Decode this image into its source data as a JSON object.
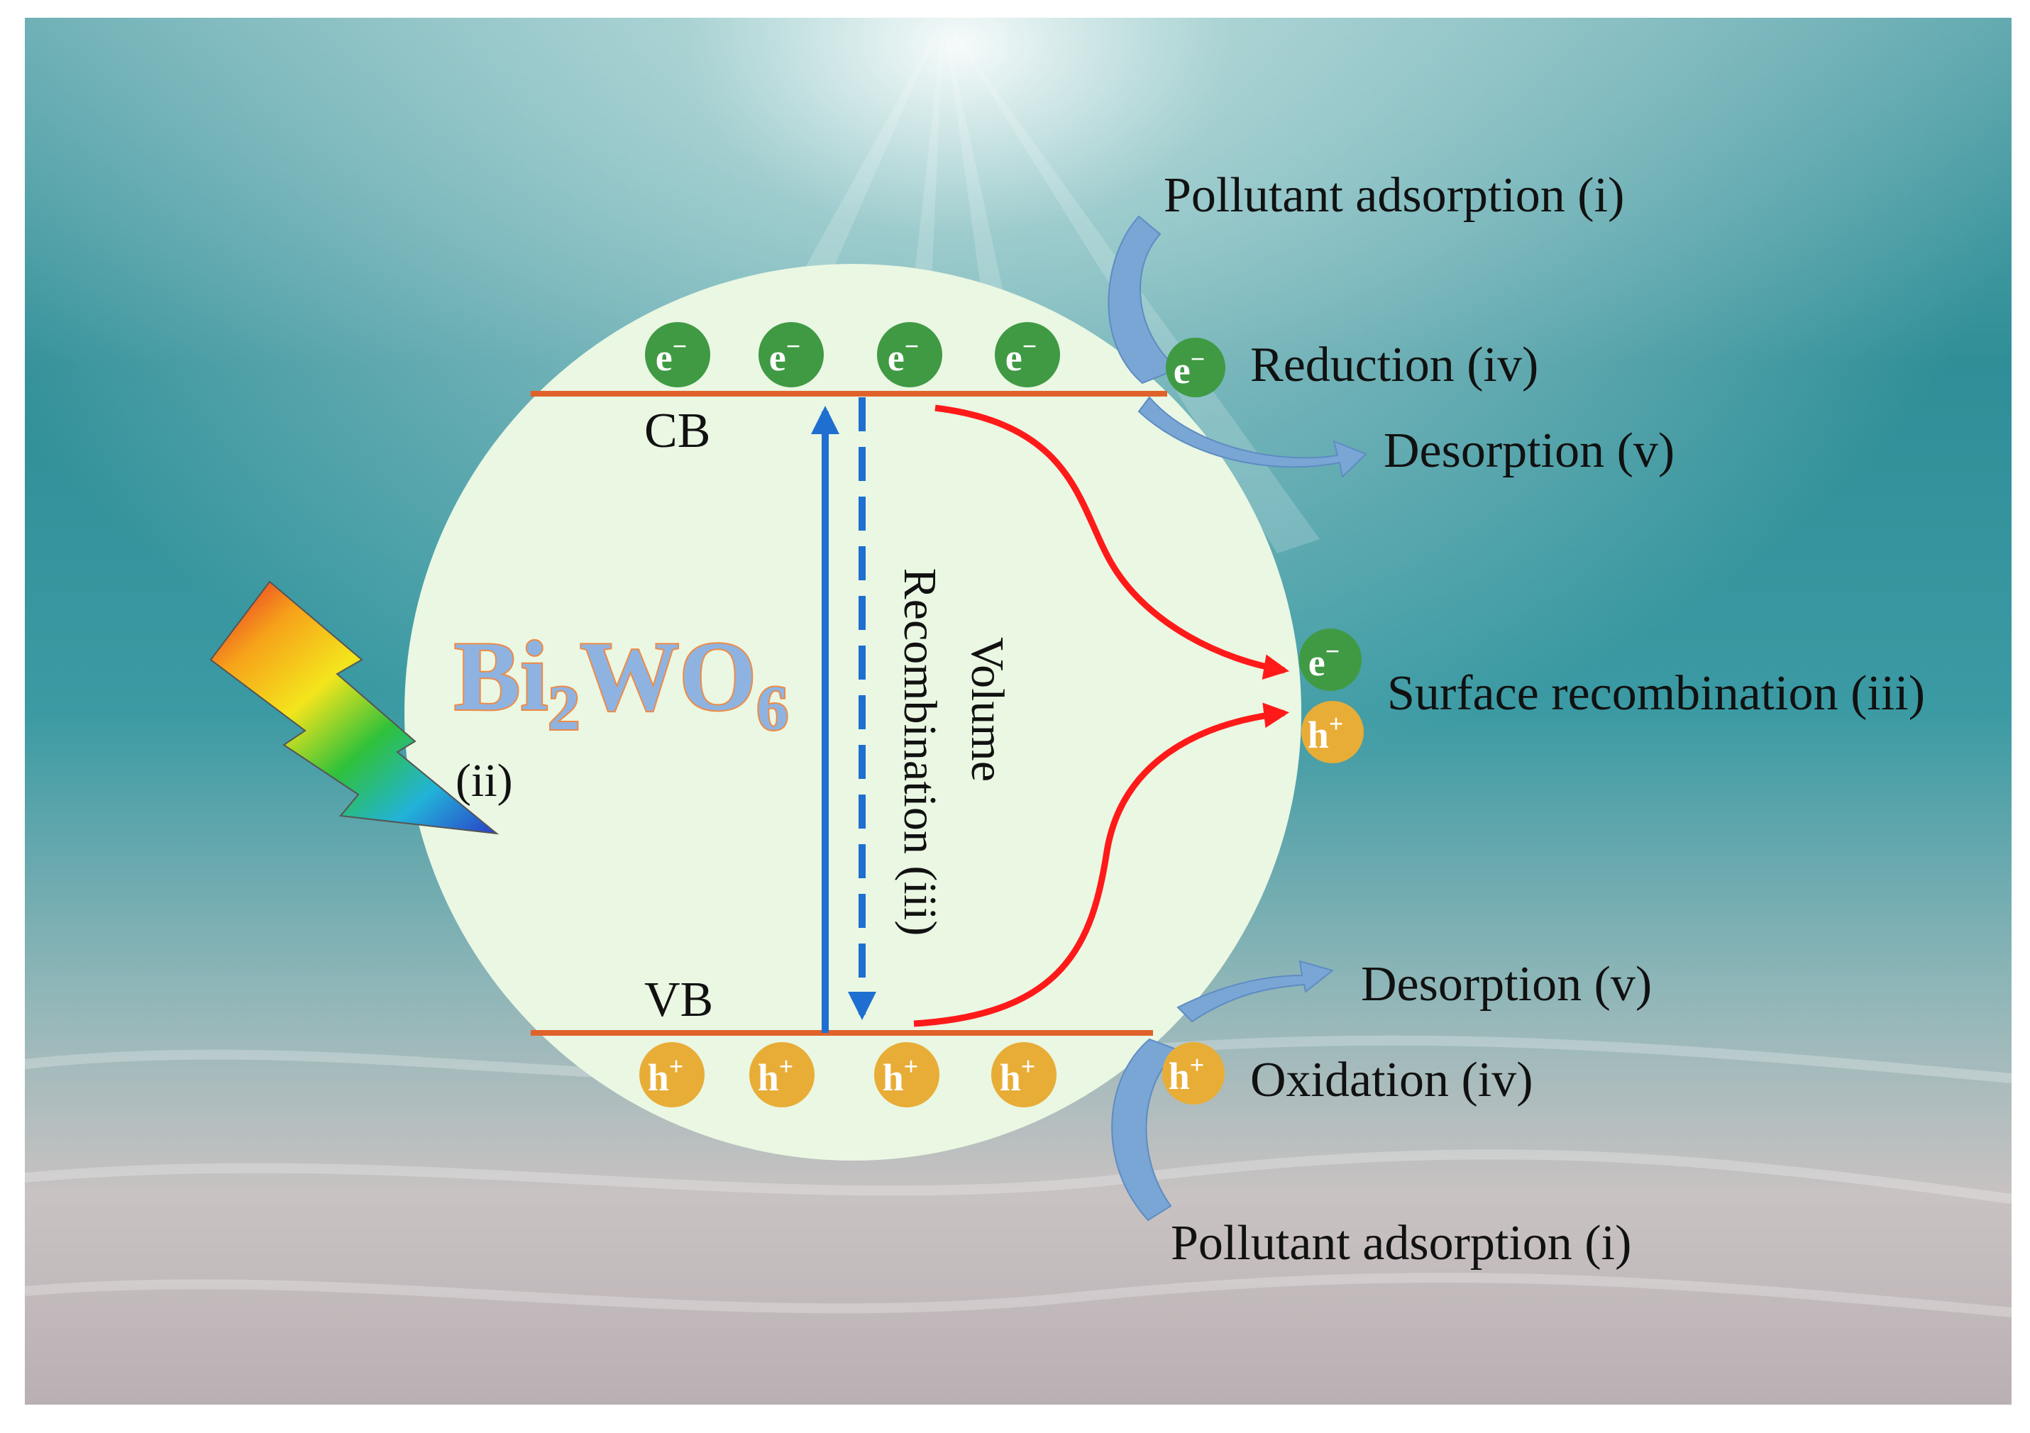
{
  "material": {
    "base": "Bi",
    "sub1": "2",
    "mid": "WO",
    "sub2": "6"
  },
  "bands": {
    "cb_label": "CB",
    "vb_label": "VB"
  },
  "carriers": {
    "electron": "e",
    "electron_sup": "−",
    "hole": "h",
    "hole_sup": "+"
  },
  "light_label": "(ii)",
  "volume_recombination": {
    "line1": "Volume",
    "line2": "Recombination (iii)"
  },
  "top_labels": {
    "pollutant_adsorption": "Pollutant adsorption (i)",
    "reduction": "Reduction (iv)",
    "desorption": "Desorption (v)"
  },
  "surface_recombination": "Surface recombination (iii)",
  "bottom_labels": {
    "desorption": "Desorption (v)",
    "oxidation": "Oxidation (iv)",
    "pollutant_adsorption": "Pollutant adsorption (i)"
  },
  "colors": {
    "circle_fill": "#eaf7e3",
    "band_line": "#e0622a",
    "electron": "#3f9a43",
    "hole": "#e8ad37",
    "excitation_arrow": "#1f6fd0",
    "surface_arrow": "#ff1a1a",
    "process_arrow": "#7aa6d6",
    "material_text": "#8fb3e0",
    "material_outline": "#ee8a45"
  }
}
